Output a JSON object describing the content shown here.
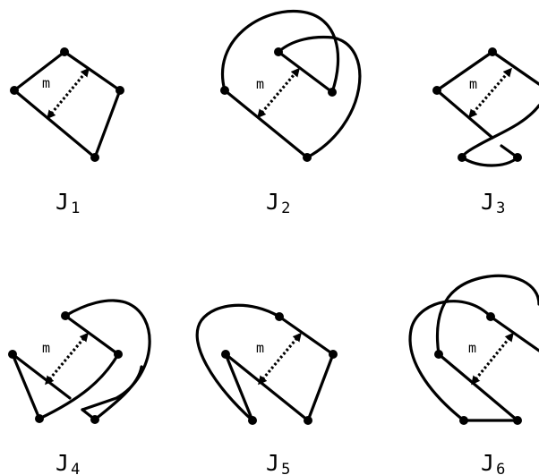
{
  "figures": [
    {
      "id": "J1",
      "name": "J",
      "subscript": "1",
      "marker": "m"
    },
    {
      "id": "J2",
      "name": "J",
      "subscript": "2",
      "marker": "m"
    },
    {
      "id": "J3",
      "name": "J",
      "subscript": "3",
      "marker": "m"
    },
    {
      "id": "J4",
      "name": "J",
      "subscript": "4",
      "marker": "m"
    },
    {
      "id": "J5",
      "name": "J",
      "subscript": "5",
      "marker": "m"
    },
    {
      "id": "J6",
      "name": "J",
      "subscript": "6",
      "marker": "m"
    }
  ]
}
